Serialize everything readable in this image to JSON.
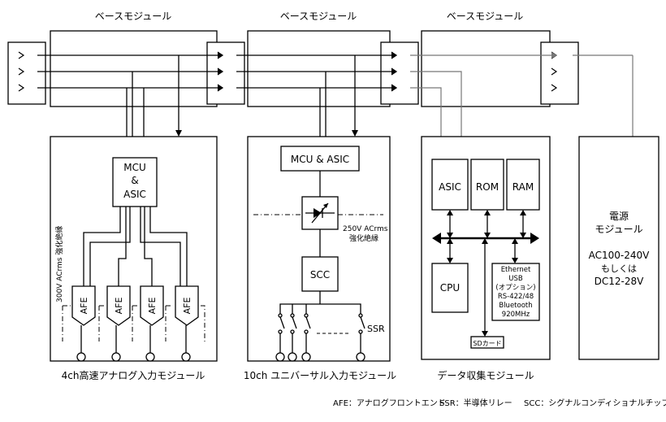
{
  "base_modules": [
    "ベースモジュール",
    "ベースモジュール",
    "ベースモジュール"
  ],
  "modules": {
    "analog": {
      "title": "4ch高速アナログ入力モジュール",
      "mcu_lines": [
        "MCU",
        "&",
        "ASIC"
      ],
      "isolation": "300V ACrms 強化絶縁",
      "afe": [
        "AFE",
        "AFE",
        "AFE",
        "AFE"
      ]
    },
    "universal": {
      "title": "10ch ユニバーサル入力モジュール",
      "mcu": "MCU & ASIC",
      "isolation_lines": [
        "250V ACrms",
        "強化絶縁"
      ],
      "scc": "SCC",
      "ssr": "SSR"
    },
    "daq": {
      "title": "データ収集モジュール",
      "asic": "ASIC",
      "rom": "ROM",
      "ram": "RAM",
      "cpu": "CPU",
      "comm_lines": [
        "Ethernet",
        "USB",
        "(オプション)",
        "RS-422/48",
        "Bluetooth",
        "920MHz"
      ],
      "sd": "SDカード"
    },
    "power": {
      "title_lines": [
        "電源",
        "モジュール"
      ],
      "spec_lines": [
        "AC100-240V",
        "もしくは",
        "DC12-28V"
      ]
    }
  },
  "legend": {
    "afe": "AFE：アナログフロントエンド",
    "ssr": "SSR：半導体リレー",
    "scc": "SCC：シグナルコンディショナルチップ"
  }
}
